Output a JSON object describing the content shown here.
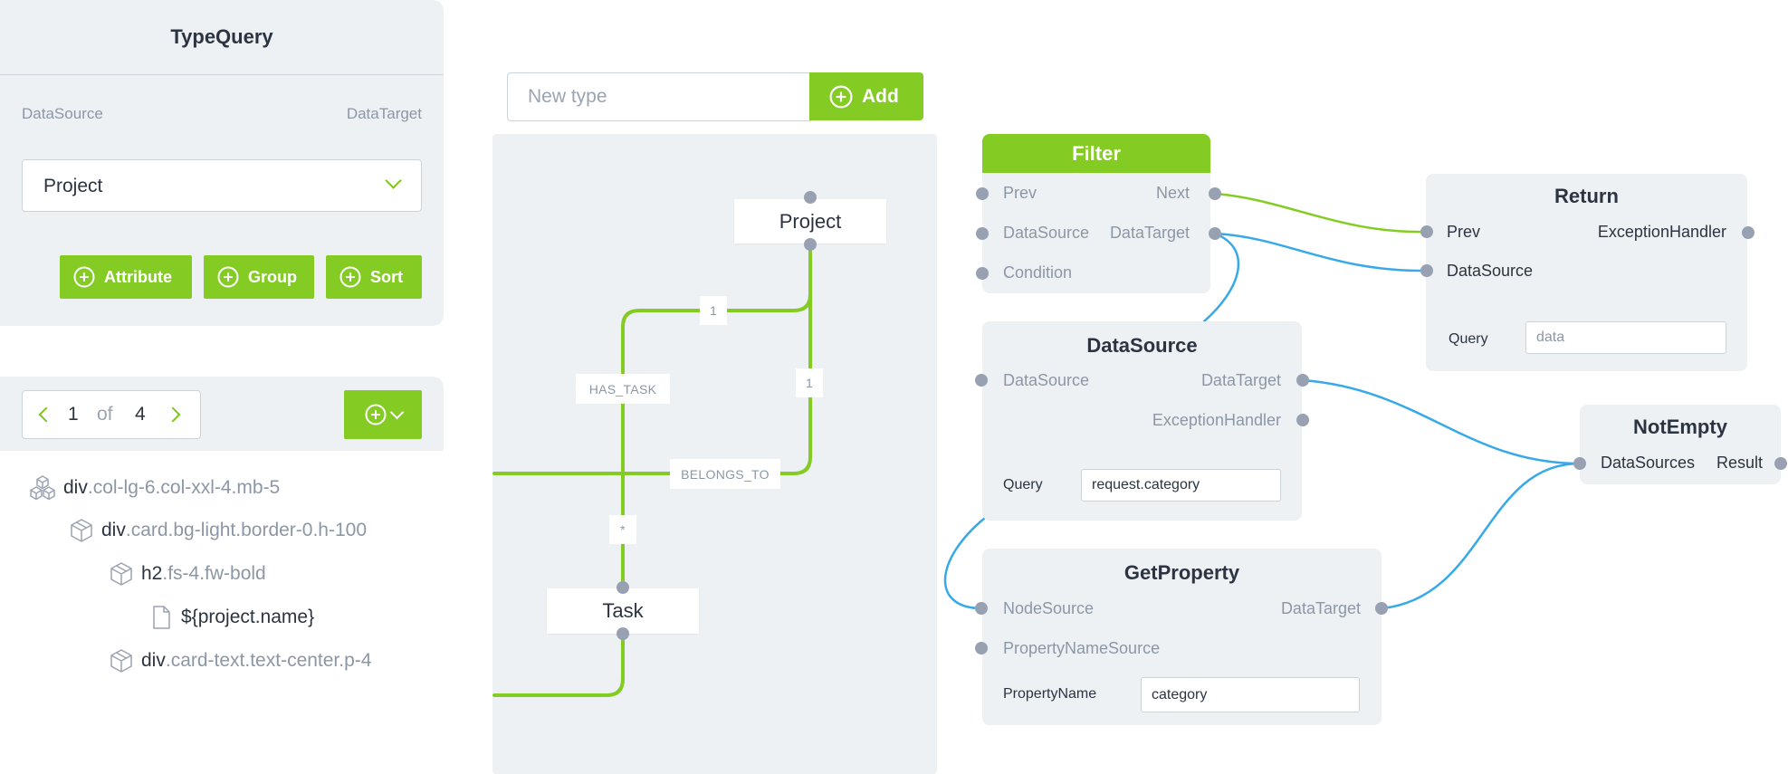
{
  "typequery": {
    "title": "TypeQuery",
    "datasource_label": "DataSource",
    "datatarget_label": "DataTarget",
    "selected_type": "Project",
    "buttons": {
      "attribute": "Attribute",
      "group": "Group",
      "sort": "Sort"
    }
  },
  "pager": {
    "current": "1",
    "of": "of",
    "total": "4"
  },
  "tree": [
    {
      "tag": "div",
      "cls": ".col-lg-6.col-xxl-4.mb-5",
      "icon": "components-icon"
    },
    {
      "tag": "div",
      "cls": ".card.bg-light.border-0.h-100",
      "icon": "box-icon"
    },
    {
      "tag": "h2",
      "cls": ".fs-4.fw-bold",
      "icon": "box-icon"
    },
    {
      "tag": "${project.name}",
      "cls": "",
      "icon": "file-icon"
    },
    {
      "tag": "div",
      "cls": ".card-text.text-center.p-4",
      "icon": "box-icon"
    }
  ],
  "newtype": {
    "placeholder": "New type",
    "add_label": "Add"
  },
  "graph": {
    "nodes": {
      "project": "Project",
      "task": "Task"
    },
    "edges": {
      "card_1a": "1",
      "card_1b": "1",
      "has_task": "HAS_TASK",
      "belongs_to": "BELONGS_TO",
      "star": "*"
    }
  },
  "flow": {
    "filter": {
      "title": "Filter",
      "prev": "Prev",
      "next": "Next",
      "datasource": "DataSource",
      "datatarget": "DataTarget",
      "condition": "Condition"
    },
    "return": {
      "title": "Return",
      "prev": "Prev",
      "exception_handler": "ExceptionHandler",
      "datasource": "DataSource",
      "query_label": "Query",
      "query_placeholder": "data"
    },
    "datasource": {
      "title": "DataSource",
      "datasource": "DataSource",
      "datatarget": "DataTarget",
      "exception_handler": "ExceptionHandler",
      "query_label": "Query",
      "query_value": "request.category"
    },
    "notempty": {
      "title": "NotEmpty",
      "datasources": "DataSources",
      "result": "Result"
    },
    "getproperty": {
      "title": "GetProperty",
      "nodesource": "NodeSource",
      "datatarget": "DataTarget",
      "propertynamesource": "PropertyNameSource",
      "propertyname_label": "PropertyName",
      "propertyname_value": "category"
    }
  },
  "colors": {
    "accent": "#84cc24",
    "link_blue": "#38a9e8",
    "panel_bg": "#eef1f4",
    "port": "#98a1b1"
  }
}
